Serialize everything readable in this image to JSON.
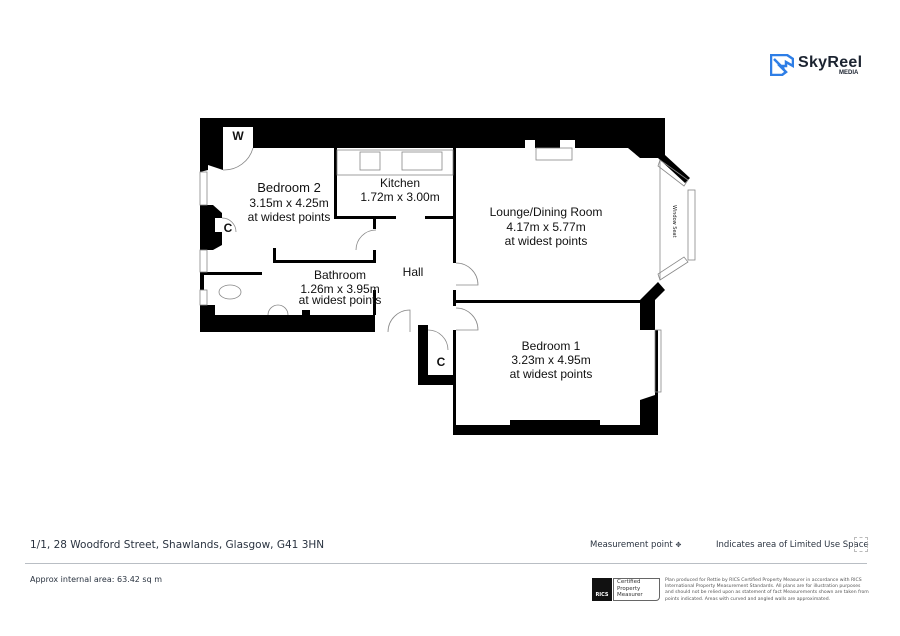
{
  "brand": {
    "name": "SkyReel",
    "sub": "MEDIA",
    "color": "#2e7ee6"
  },
  "rooms": {
    "bedroom2": {
      "name": "Bedroom 2",
      "size": "3.15m x 4.25m",
      "note": "at widest points"
    },
    "kitchen": {
      "name": "Kitchen",
      "size": "1.72m x 3.00m"
    },
    "bathroom": {
      "name": "Bathroom",
      "size": "1.26m x 3.95m",
      "note": "at widest points"
    },
    "hall": {
      "name": "Hall"
    },
    "lounge": {
      "name": "Lounge/Dining Room",
      "size": "4.17m x 5.77m",
      "note": "at widest points"
    },
    "bedroom1": {
      "name": "Bedroom 1",
      "size": "3.23m x 4.95m",
      "note": "at widest points"
    },
    "wardrobe": "W",
    "cupboard1": "C",
    "cupboard2": "C",
    "window_seat": "Window Seat"
  },
  "footer": {
    "address": "1/1, 28 Woodford Street, Shawlands, Glasgow, G41 3HN",
    "area": "Approx internal area: 63.42 sq m",
    "measurement_point": "Measurement point",
    "limited_use": "Indicates area of  Limited Use Space",
    "rics": {
      "logo": "RICS",
      "line1": "Certified",
      "line2": "Property",
      "line3": "Measurer"
    },
    "disclaimer": "Plan produced for Rettie by RICS Certified Property Measurer in accordance with RICS International Property Measurement Standards. All plans are for illustration purposes and should not be relied upon as statement of fact Measurements shown are taken from points indicated. Areas with curved and angled walls are approximated."
  }
}
